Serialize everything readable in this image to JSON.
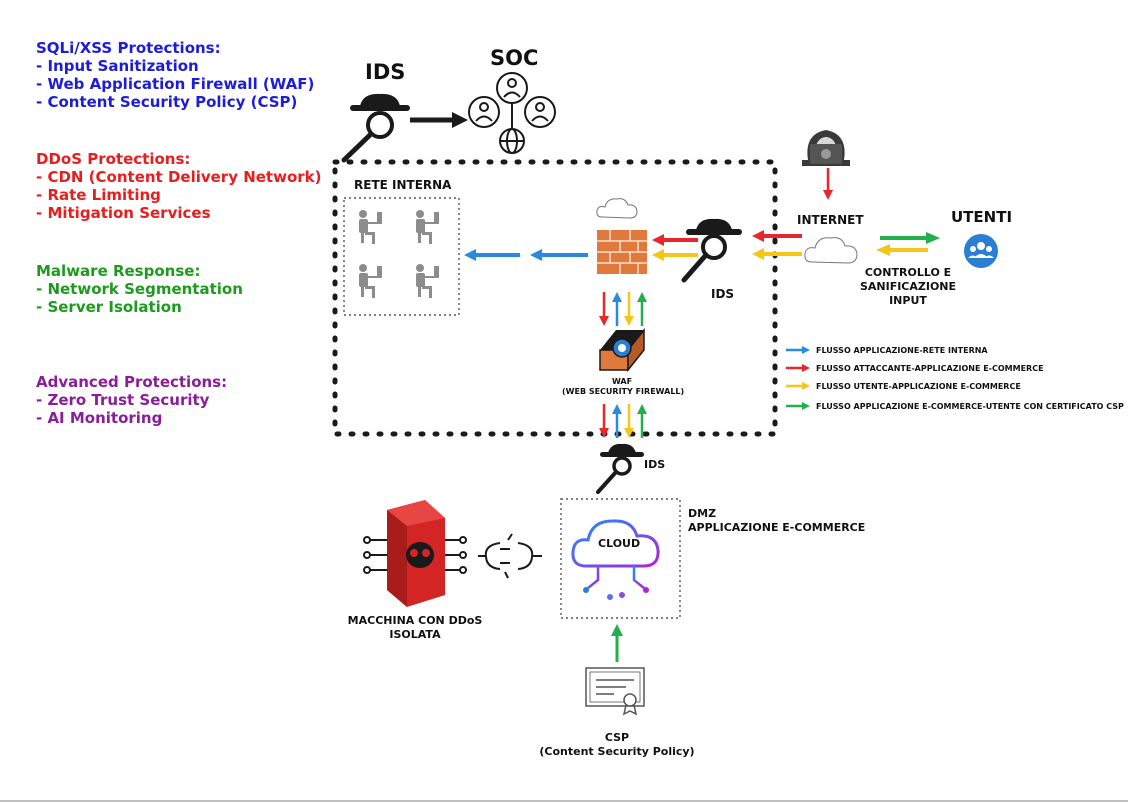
{
  "protections": [
    {
      "title": "SQLi/XSS Protections:",
      "color": "#1c1cd9",
      "items": [
        "- Input Sanitization",
        "- Web Application Firewall (WAF)",
        "- Content Security Policy (CSP)"
      ]
    },
    {
      "title": "DDoS Protections:",
      "color": "#e61e1e",
      "items": [
        "- CDN (Content Delivery Network)",
        "- Rate Limiting",
        "- Mitigation Services"
      ]
    },
    {
      "title": "Malware Response:",
      "color": "#1e9a1e",
      "items": [
        "- Network Segmentation",
        "- Server Isolation"
      ]
    },
    {
      "title": "Advanced Protections:",
      "color": "#8a1e9a",
      "items": [
        "- Zero Trust Security",
        "- AI Monitoring"
      ]
    }
  ],
  "labels": {
    "ids_top": "IDS",
    "soc": "SOC",
    "rete_interna": "RETE INTERNA",
    "internet": "INTERNET",
    "utenti": "UTENTI",
    "controllo": "CONTROLLO E",
    "sanificazione": "SANIFICAZIONE",
    "input": "INPUT",
    "ids_mid": "IDS",
    "waf": "WAF",
    "waf_full": "(WEB SECURITY FIREWALL)",
    "ids_low": "IDS",
    "dmz": "DMZ",
    "app_ecommerce": "APPLICAZIONE E-COMMERCE",
    "cloud": "CLOUD",
    "macchina": "MACCHINA CON DDoS",
    "isolata": "ISOLATA",
    "csp": "CSP",
    "csp_full": "(Content Security Policy)"
  },
  "legend": [
    {
      "label": "FLUSSO APPLICAZIONE-RETE INTERNA",
      "color": "#2a8ae0"
    },
    {
      "label": "FLUSSO ATTACCANTE-APPLICAZIONE E-COMMERCE",
      "color": "#e8262e"
    },
    {
      "label": "FLUSSO UTENTE-APPLICAZIONE E-COMMERCE",
      "color": "#f5c518"
    },
    {
      "label": "FLUSSO APPLICAZIONE E-COMMERCE-UTENTE CON CERTIFICATO CSP",
      "color": "#22b04a"
    }
  ],
  "colors": {
    "blue": "#2a8ae0",
    "red": "#e8262e",
    "yellow": "#f5c518",
    "green": "#22b04a",
    "brick": "#e07a3c",
    "skull": "#d42525",
    "cloud_gradient_start": "#1e90ff",
    "cloud_gradient_end": "#b022d8"
  },
  "icons": [
    "spy-icon",
    "soc-team-icon",
    "hacker-icon",
    "cloud-icon",
    "users-icon",
    "firewall-icon",
    "workstation-icon",
    "skull-server-icon",
    "plug-icon",
    "certificate-icon"
  ]
}
